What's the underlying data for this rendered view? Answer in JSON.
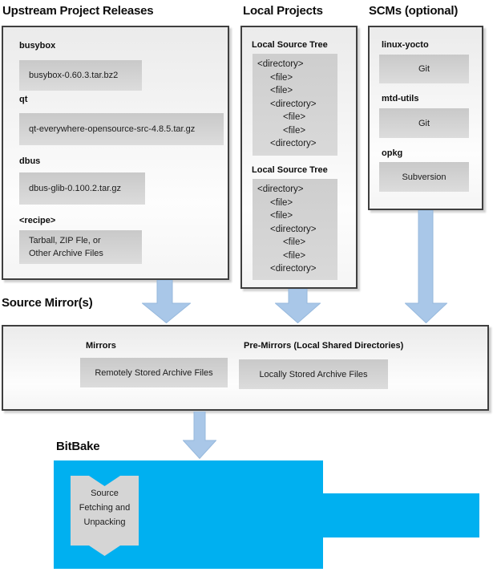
{
  "palette": {
    "bitbake_cyan": "#00b0f0",
    "arrow_fill": "#a9c7e8",
    "arrow_edge": "#8fb3d9",
    "box_border": "#3f3f3f",
    "inner_gray": "#d2d2d2"
  },
  "upstream": {
    "title": "Upstream Project Releases",
    "items": [
      {
        "label": "busybox",
        "value": "busybox-0.60.3.tar.bz2"
      },
      {
        "label": "qt",
        "value": "qt-everywhere-opensource-src-4.8.5.tar.gz"
      },
      {
        "label": "dbus",
        "value": "dbus-glib-0.100.2.tar.gz"
      },
      {
        "label": "<recipe>",
        "value": "Tarball, ZIP Fle, or\nOther Archive Files"
      }
    ]
  },
  "local": {
    "title": "Local Projects",
    "sections": [
      {
        "label": "Local Source Tree",
        "tree": "<directory>\n     <file>\n     <file>\n     <directory>\n          <file>\n          <file>\n     <directory>"
      },
      {
        "label": "Local Source Tree",
        "tree": "<directory>\n     <file>\n     <file>\n     <directory>\n          <file>\n          <file>\n     <directory>"
      }
    ]
  },
  "scms": {
    "title": "SCMs (optional)",
    "items": [
      {
        "label": "linux-yocto",
        "value": "Git"
      },
      {
        "label": "mtd-utils",
        "value": "Git"
      },
      {
        "label": "opkg",
        "value": "Subversion"
      }
    ]
  },
  "mirrors": {
    "title": "Source Mirror(s)",
    "items": [
      {
        "label": "Mirrors",
        "value": "Remotely Stored Archive Files"
      },
      {
        "label": "Pre-Mirrors (Local Shared Directories)",
        "value": "Locally Stored Archive Files"
      }
    ]
  },
  "bitbake": {
    "title": "BitBake",
    "process": "Source\nFetching and\nUnpacking"
  }
}
